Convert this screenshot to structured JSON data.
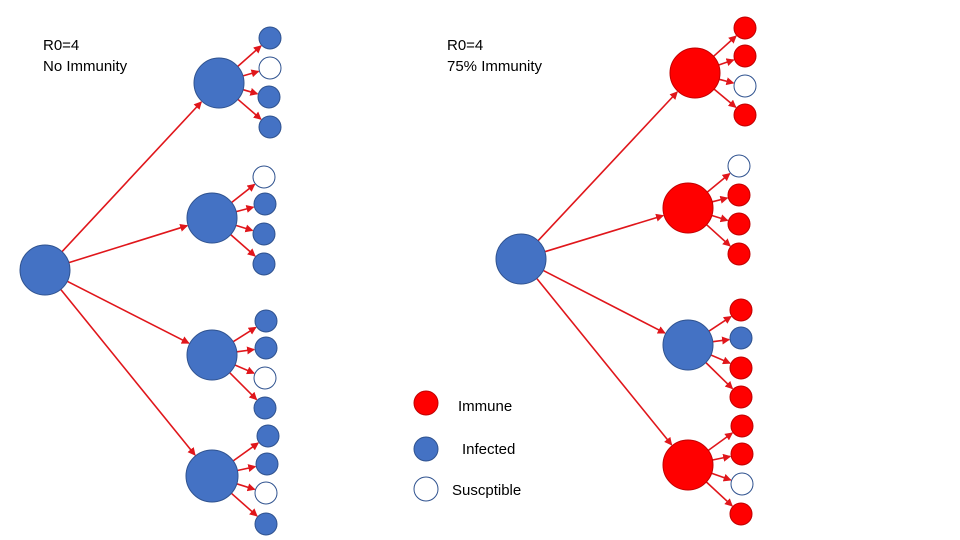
{
  "colors": {
    "immune": "#ff0000",
    "infected": "#4472c4",
    "susceptible": "#ffffff",
    "arrow": "#e0161b",
    "outline": "#2f528f"
  },
  "left_panel": {
    "title_line1": "R0=4",
    "title_line2": "No Immunity",
    "root": "infected",
    "branches": [
      {
        "state": "infected",
        "children": [
          "infected",
          "susceptible",
          "infected",
          "infected"
        ]
      },
      {
        "state": "infected",
        "children": [
          "susceptible",
          "infected",
          "infected",
          "infected"
        ]
      },
      {
        "state": "infected",
        "children": [
          "infected",
          "infected",
          "susceptible",
          "infected"
        ]
      },
      {
        "state": "infected",
        "children": [
          "infected",
          "infected",
          "susceptible",
          "infected"
        ]
      }
    ]
  },
  "right_panel": {
    "title_line1": "R0=4",
    "title_line2": "75%  Immunity",
    "root": "infected",
    "branches": [
      {
        "state": "immune",
        "children": [
          "immune",
          "immune",
          "susceptible",
          "immune"
        ]
      },
      {
        "state": "immune",
        "children": [
          "susceptible",
          "immune",
          "immune",
          "immune"
        ]
      },
      {
        "state": "infected",
        "children": [
          "immune",
          "infected",
          "immune",
          "immune"
        ]
      },
      {
        "state": "immune",
        "children": [
          "immune",
          "immune",
          "susceptible",
          "immune"
        ]
      }
    ]
  },
  "legend": [
    {
      "state": "immune",
      "label": "Immune"
    },
    {
      "state": "infected",
      "label": "Infected"
    },
    {
      "state": "susceptible",
      "label": "Suscptible"
    }
  ]
}
